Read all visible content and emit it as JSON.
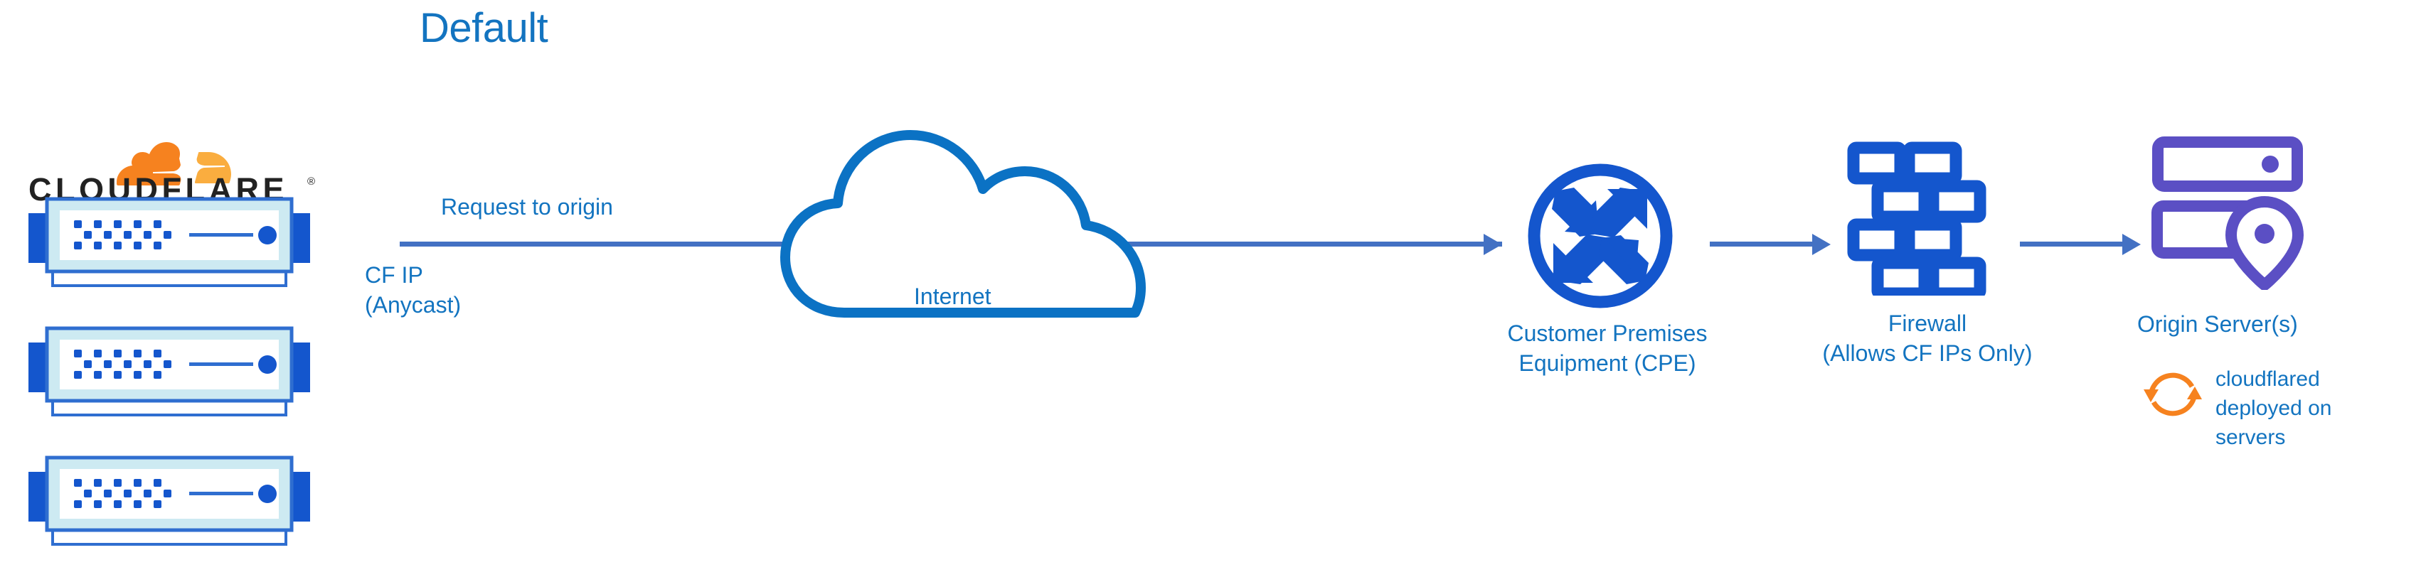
{
  "title": "Default",
  "colors": {
    "title_blue": "#1374c0",
    "label_blue": "#1374c0",
    "arrow_blue": "#4371c3",
    "icon_blue": "#1456cd",
    "cloud_outline_blue": "#0b72c4",
    "origin_purple": "#5b4fc4",
    "cloudflare_orange": "#f6821f",
    "cloudflare_orange_light": "#faad3f",
    "server_band": "#cdeaf2",
    "wordmark_black": "#222222"
  },
  "brand": {
    "wordmark": "CLOUDFLARE",
    "registered_mark": "®",
    "logo_icon": "cloudflare-cloud-logo"
  },
  "servers": {
    "count": 3,
    "icon": "rack-server-icon",
    "items": [
      {
        "name": "cloudflare-edge-server-1"
      },
      {
        "name": "cloudflare-edge-server-2"
      },
      {
        "name": "cloudflare-edge-server-3"
      }
    ]
  },
  "flow": {
    "request_label": "Request to origin",
    "cf_ip_label": "CF IP\n(Anycast)",
    "arrows": [
      {
        "name": "arrow-edge-to-cpe",
        "icon": "arrow-right-icon"
      },
      {
        "name": "arrow-cpe-to-firewall",
        "icon": "arrow-right-icon"
      },
      {
        "name": "arrow-firewall-to-origin",
        "icon": "arrow-right-icon"
      }
    ]
  },
  "nodes": {
    "internet": {
      "label": "Internet",
      "icon": "cloud-outline-icon"
    },
    "cpe": {
      "label": "Customer Premises\nEquipment (CPE)",
      "icon": "router-icon"
    },
    "firewall": {
      "label": "Firewall\n(Allows CF IPs Only)",
      "icon": "brick-wall-icon"
    },
    "origin": {
      "label": "Origin Server(s)",
      "icon": "server-rack-pin-icon"
    },
    "cloudflared": {
      "label": "cloudflared\ndeployed on\nservers",
      "icon": "sync-arrows-icon"
    }
  }
}
